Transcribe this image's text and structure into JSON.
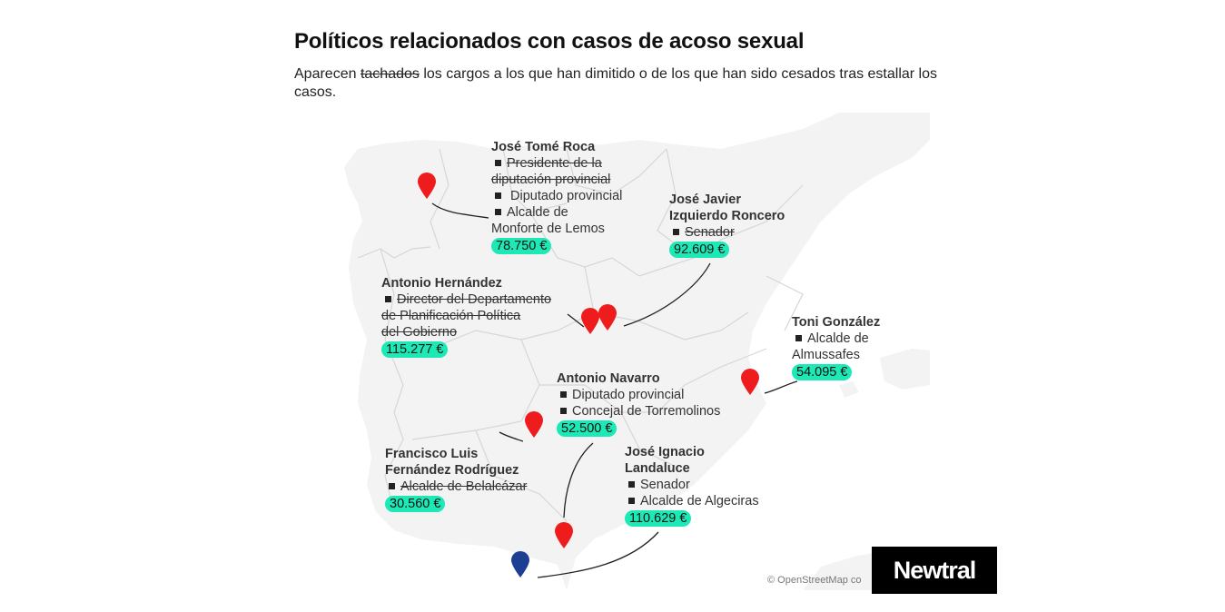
{
  "header": {
    "title": "Políticos relacionados con casos de acoso sexual",
    "subtitle_prefix": "Aparecen",
    "subtitle_struck": "tachados",
    "subtitle_rest": "los cargos a los que han dimitido o de los que han sido cesados tras estallar los casos."
  },
  "map": {
    "attribution": "© OpenStreetMap co",
    "pin_color_main": "#ee1c1c",
    "pin_color_alt": "#1c3f94",
    "badge_color": "#1de9b6"
  },
  "cards": {
    "tome": {
      "name": "José Tomé Roca",
      "items": [
        "Presidente de la",
        "diputación provincial",
        "Diputado provincial",
        "Alcalde de",
        "Monforte de Lemos"
      ],
      "salary": "78.750 €"
    },
    "izquierdo": {
      "name_line1": "José Javier",
      "name_line2": "Izquierdo Roncero",
      "items": [
        "Senador"
      ],
      "salary": "92.609 €"
    },
    "hernandez": {
      "name": "Antonio Hernández",
      "items": [
        "Director del Departamento",
        "de Planificación Política",
        "del Gobierno"
      ],
      "salary": "115.277 €"
    },
    "toni": {
      "name": "Toni González",
      "items": [
        "Alcalde de",
        "Almussafes"
      ],
      "salary": "54.095 €"
    },
    "navarro": {
      "name": "Antonio Navarro",
      "items": [
        "Diputado provincial",
        "Concejal de Torremolinos"
      ],
      "salary": "52.500 €"
    },
    "landaluce": {
      "name_line1": "José Ignacio",
      "name_line2": "Landaluce",
      "items": [
        "Senador",
        "Alcalde de Algeciras"
      ],
      "salary": "110.629  €"
    },
    "fernandez": {
      "name_line1": "Francisco Luis",
      "name_line2": "Fernández Rodríguez",
      "items": [
        "Alcalde de Belalcázar"
      ],
      "salary": "30.560 €"
    }
  },
  "logo": {
    "text": "Newtral"
  }
}
